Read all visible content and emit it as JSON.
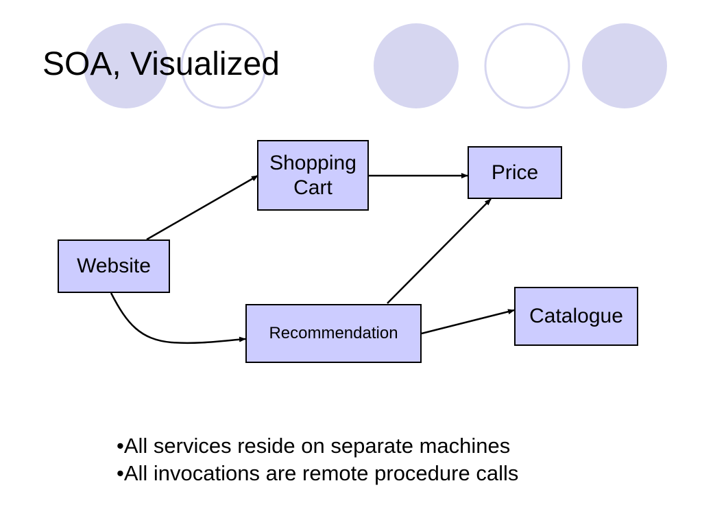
{
  "slide": {
    "title": "SOA, Visualized",
    "decoration_colors": {
      "fill": "#d6d6f0",
      "ring": "#d6d6f0"
    }
  },
  "diagram": {
    "nodes": [
      {
        "id": "website",
        "label": "Website"
      },
      {
        "id": "shopping-cart",
        "label_lines": [
          "Shopping",
          "Cart"
        ]
      },
      {
        "id": "price",
        "label": "Price"
      },
      {
        "id": "recommendation",
        "label": "Recommendation"
      },
      {
        "id": "catalogue",
        "label": "Catalogue"
      }
    ],
    "edges": [
      {
        "from": "website",
        "to": "shopping-cart"
      },
      {
        "from": "website",
        "to": "recommendation"
      },
      {
        "from": "shopping-cart",
        "to": "price"
      },
      {
        "from": "recommendation",
        "to": "price"
      },
      {
        "from": "recommendation",
        "to": "catalogue"
      }
    ],
    "node_fill": "#ccccff"
  },
  "bullets": [
    "•All services reside on separate machines",
    "•All invocations are remote procedure calls"
  ]
}
